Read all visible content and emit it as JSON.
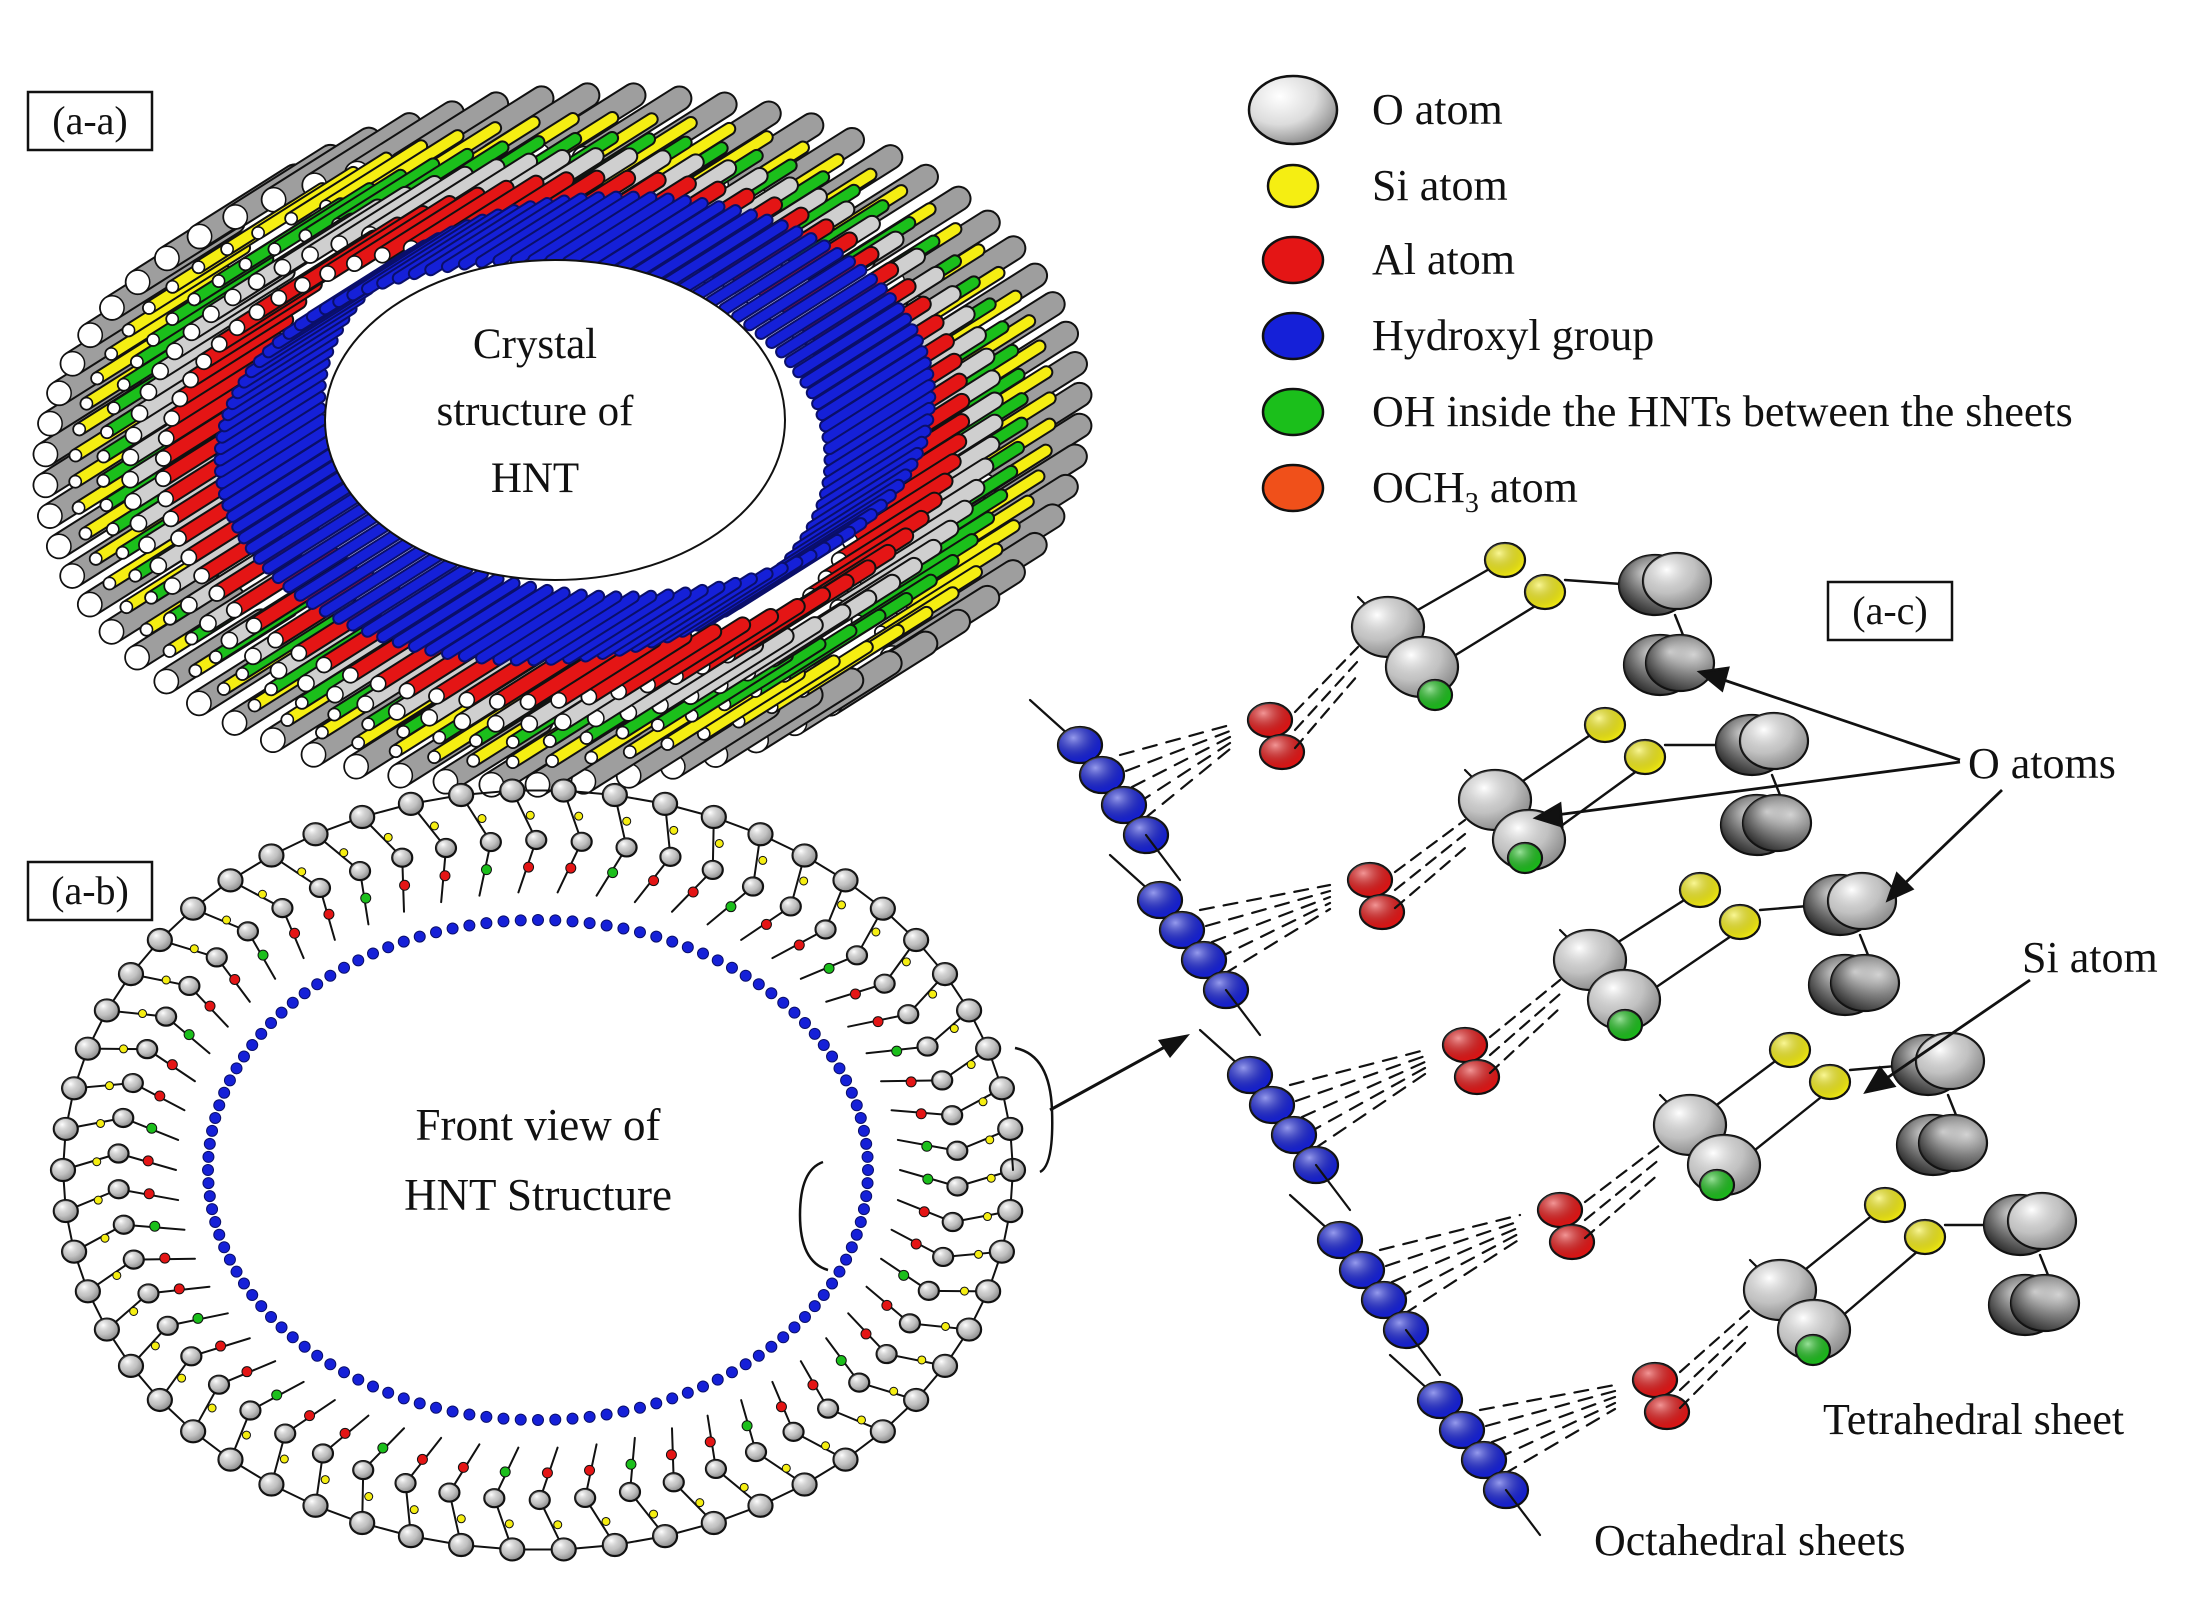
{
  "panels": {
    "a": {
      "label": "(a-a)",
      "caption": [
        "Crystal",
        "structure of",
        "HNT"
      ]
    },
    "b": {
      "label": "(a-b)",
      "caption": [
        "Front view of",
        "HNT Structure"
      ]
    },
    "c": {
      "label": "(a-c)",
      "o_atoms_label": "O atoms",
      "si_atom_label": "Si atom",
      "tetrahedral_label": "Tetrahedral sheet",
      "octahedral_label": "Octahedral sheets"
    }
  },
  "legend": [
    {
      "label": "O atom",
      "color": "#e2e2e2"
    },
    {
      "label": "Si atom",
      "color": "#f5ee12"
    },
    {
      "label": "Al atom",
      "color": "#e41515"
    },
    {
      "label": "Hydroxyl group",
      "color": "#1520d8"
    },
    {
      "label": "OH inside the HNTs between the sheets",
      "color": "#1bbf1b"
    },
    {
      "label": "OCH",
      "sub": "3",
      "suffix": " atom",
      "color": "#f0501a"
    }
  ],
  "colors": {
    "oxygen": "#e2e2e2",
    "silicon": "#f5ee12",
    "aluminium": "#e41515",
    "hydroxyl": "#1520d8",
    "inner_oh": "#1bbf1b",
    "och3": "#f0501a"
  }
}
